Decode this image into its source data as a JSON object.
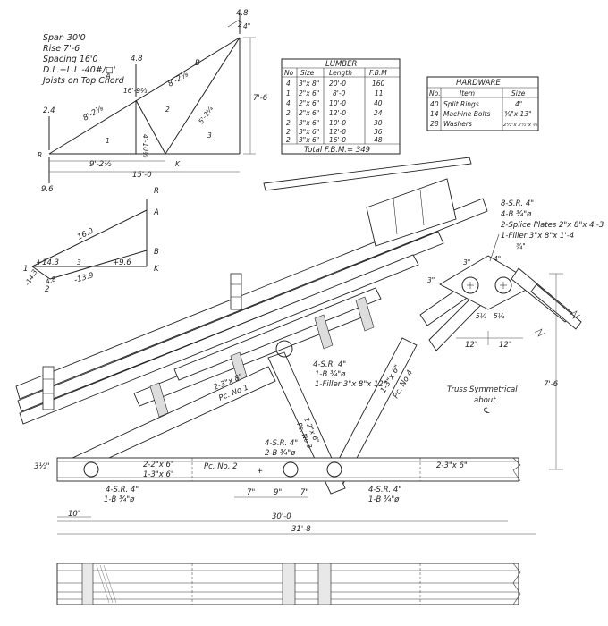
{
  "spec": {
    "lines": [
      "Span 30'0",
      "Rise 7'-6",
      "Spacing 16'0",
      "D.L.+L.L.-40#/□'",
      "Joists on Top Chord"
    ]
  },
  "truss": {
    "slope": [
      "4.8",
      "4\"",
      "2"
    ],
    "panel_labels": [
      "A",
      "B",
      "1",
      "2",
      "3"
    ],
    "member_lengths": [
      "8'-2⅛",
      "8'-2⅛",
      "16'-9⅔",
      "5'-2¼",
      "4'-10⅛",
      "9'-2½",
      "15'-0",
      "7'-6"
    ],
    "loads": [
      "2.4",
      "4.8",
      "9.6"
    ],
    "joints": [
      "R",
      "K"
    ]
  },
  "lumber": {
    "title": "LUMBER",
    "headers": [
      "No",
      "Size",
      "Length",
      "F.B.M"
    ],
    "rows": [
      [
        "4",
        "3\"x 8\"",
        "20'-0",
        "160"
      ],
      [
        "1",
        "2\"x 6\"",
        "8'-0",
        "11"
      ],
      [
        "4",
        "2\"x 6\"",
        "10'-0",
        "40"
      ],
      [
        "2",
        "2\"x 6\"",
        "12'-0",
        "24"
      ],
      [
        "2",
        "3\"x 6\"",
        "10'-0",
        "30"
      ],
      [
        "2",
        "3\"x 6\"",
        "12'-0",
        "36"
      ],
      [
        "2",
        "3\"x 6\"",
        "16'-0",
        "48"
      ]
    ],
    "total": "Total F.B.M.= 349"
  },
  "hardware": {
    "title": "HARDWARE",
    "headers": [
      "No.",
      "Item",
      "Size"
    ],
    "rows": [
      [
        "40",
        "Split Rings",
        "4\""
      ],
      [
        "14",
        "Machine Bolts",
        "¾\"x 13\""
      ],
      [
        "28",
        "Washers",
        "2½\"x 2½\"x ⅓"
      ]
    ]
  },
  "stress_diagram": {
    "labels": [
      "R",
      "A",
      "B",
      "K",
      "1",
      "2"
    ],
    "values": [
      "16.0",
      "+14.3",
      "3",
      "+9.6",
      "-14.3",
      "4.8",
      "-13.9"
    ]
  },
  "detail": {
    "peak_notes": [
      "8-S.R. 4\"",
      "4-B ¾\"ø",
      "2-Splice Plates 2\"x 8\"x 4'-3",
      "1-Filler 3\"x 8\"x 1'-4"
    ],
    "peak_dims": [
      "¾\"",
      "4\"",
      "3\"",
      "5¼",
      "5¼",
      "12\"",
      "12\""
    ],
    "rise": "7'-6",
    "symmetry": [
      "Truss Symmetrical",
      "about",
      "℄"
    ],
    "mid_notes": [
      "4-S.R. 4\"",
      "1-B ¾\"ø",
      "1-Filler 3\"x 8\"x 12\""
    ],
    "pc_labels": [
      "2-3\"x 8\"",
      "Pc. No 1",
      "1-3\"x 6\"",
      "Pc. No 4",
      "2-2\"x 6\"",
      "Pc. No 3",
      "Pc. No. 2"
    ],
    "heel_labels": [
      "2-2\"x 6\"",
      "1-3\"x 6\"",
      "2-3\"x 6\""
    ],
    "joint_notes": [
      "4-S.R. 4\"",
      "1-B ¾\"ø",
      "4-S.R. 4\"",
      "2-B ¾\"ø",
      "4-S.R. 4\"",
      "1-B ¾\"ø"
    ],
    "dims": [
      "7\"",
      "9\"",
      "7\"",
      "10\"",
      "30'-0",
      "31'-8",
      "3½\"",
      "3\""
    ]
  }
}
